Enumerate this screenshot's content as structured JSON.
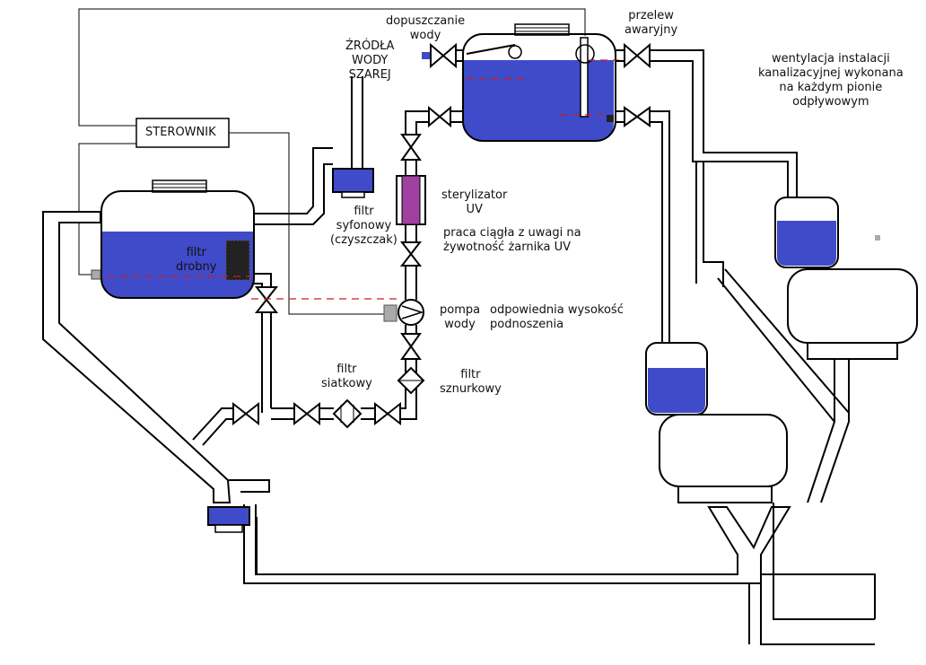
{
  "labels": {
    "dopuszczanie": "dopuszczanie\nwody",
    "przelew": "przelew\nawaryjny",
    "wentylacja": "wentylacja instalacji\nkanalizacyjnej wykonana\nna każdym pionie\nodpływowym",
    "zrodla": "ŹRÓDŁA\nWODY\nSZAREJ",
    "sterownik": "STEROWNIK",
    "sterylizator": "sterylizator\nUV",
    "praca": "praca ciągła z uwagi na\nżywotność żarnika UV",
    "filtr_syfonowy": "filtr\nsyfonowy\n(czyszczak)",
    "filtr_drobny": "filtr\ndrobny",
    "pompa": "pompa\nwody",
    "wysokosc": "odpowiednia wysokość\npodnoszenia",
    "filtr_siatkowy": "filtr\nsiatkowy",
    "filtr_sznurkowy": "filtr\nsznurkowy"
  },
  "colors": {
    "water": "#3f4bc8",
    "uv": "#a040a0",
    "level_line": "#d21a1a",
    "pipe": "#000000"
  }
}
